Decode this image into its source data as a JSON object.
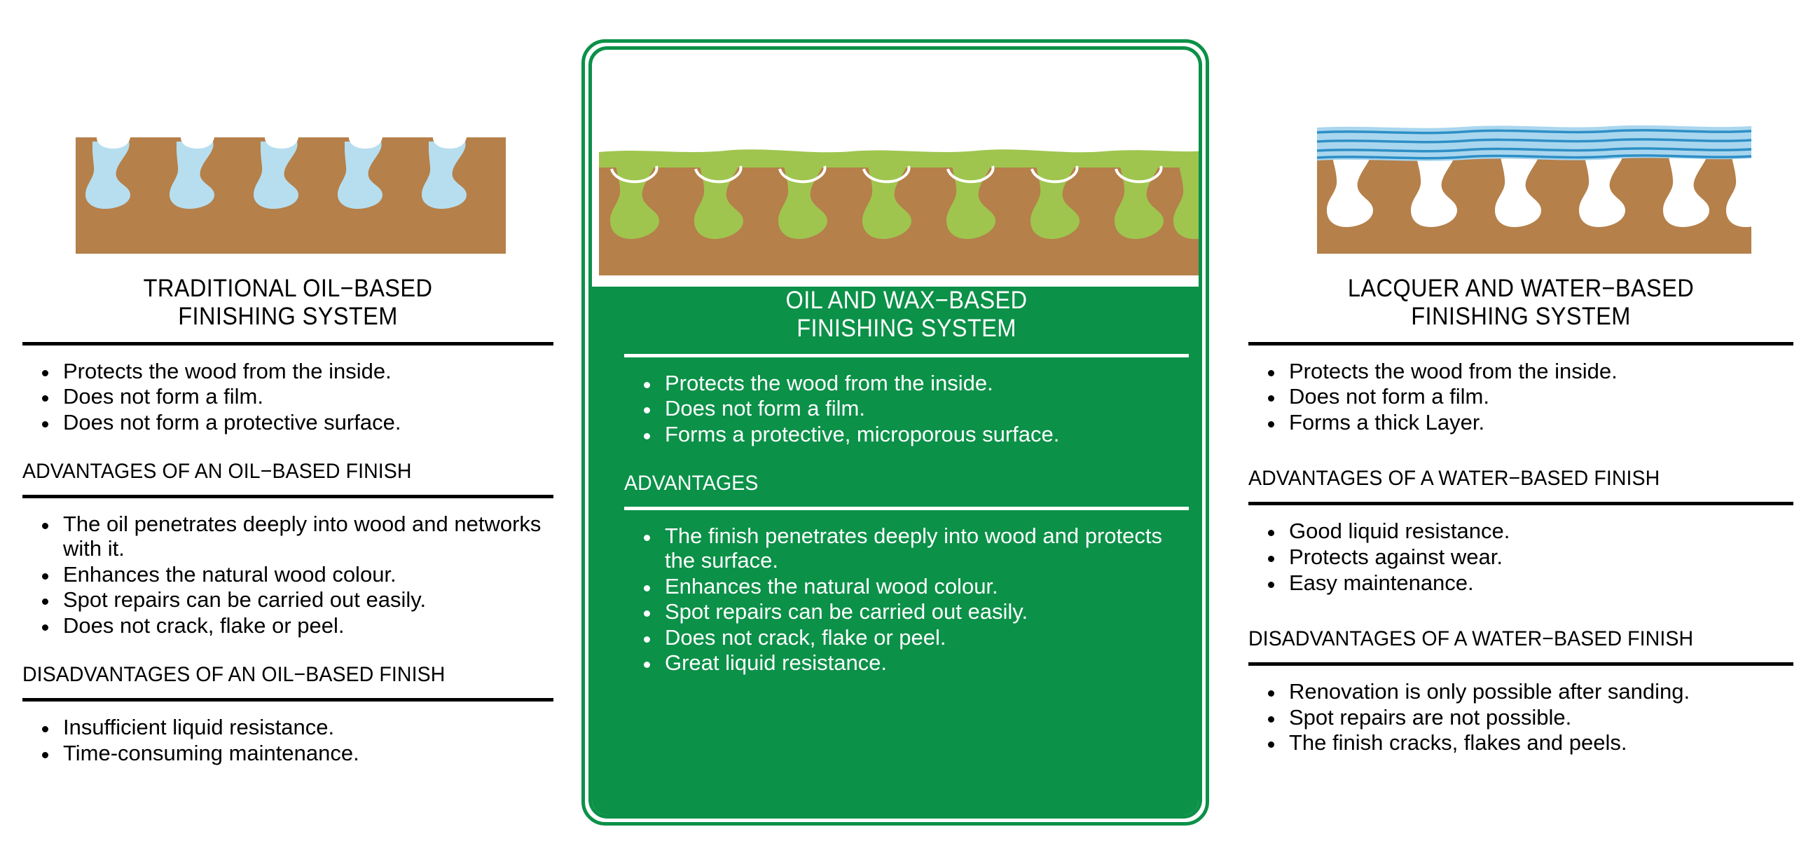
{
  "colors": {
    "wood": "#b5804a",
    "oil_blue": "#b7deef",
    "wax_green": "#9fc54f",
    "panel_green": "#0b9148",
    "lacquer_band": "#a9d6ef",
    "lacquer_line": "#2d8fc6",
    "pore_white": "#ffffff",
    "text_dark": "#000000",
    "text_light": "#ffffff"
  },
  "columns": [
    {
      "id": "traditional-oil",
      "illustration": "wood-cross-section-with-blue-oil-in-pores",
      "title_line1": "TRADITIONAL OIL−BASED",
      "title_line2": "FINISHING SYSTEM",
      "properties": [
        "Protects the wood from the inside.",
        "Does not form a film.",
        "Does not form a protective surface."
      ],
      "advantages_heading": "ADVANTAGES OF AN OIL−BASED FINISH",
      "advantages": [
        "The oil penetrates deeply into wood and networks with it.",
        "Enhances the natural wood colour.",
        "Spot repairs can be carried out easily.",
        "Does not crack, flake or peel."
      ],
      "disadvantages_heading": "DISADVANTAGES OF AN OIL−BASED FINISH",
      "disadvantages": [
        "Insufficient liquid resistance.",
        "Time-consuming maintenance."
      ]
    },
    {
      "id": "oil-and-wax",
      "illustration": "wood-cross-section-with-green-wax-filled-pores-and-thin-surface-layer",
      "title_line1": "OIL AND WAX−BASED",
      "title_line2": "FINISHING SYSTEM",
      "properties": [
        "Protects the wood from the inside.",
        "Does not form a film.",
        "Forms a protective, microporous surface."
      ],
      "advantages_heading": "ADVANTAGES",
      "advantages": [
        "The finish penetrates deeply into wood and protects the surface.",
        "Enhances the natural wood colour.",
        "Spot repairs can be carried out easily.",
        "Does not crack, flake or peel.",
        "Great liquid resistance."
      ],
      "disadvantages_heading": "",
      "disadvantages": []
    },
    {
      "id": "lacquer-and-water",
      "illustration": "wood-cross-section-with-empty-pores-and-thick-blue-lacquer-film",
      "title_line1": "LACQUER AND WATER−BASED",
      "title_line2": "FINISHING SYSTEM",
      "properties": [
        "Protects the wood from the inside.",
        "Does not form a film.",
        "Forms a thick Layer."
      ],
      "advantages_heading": "ADVANTAGES OF A WATER−BASED FINISH",
      "advantages": [
        "Good liquid resistance.",
        "Protects against wear.",
        "Easy maintenance."
      ],
      "disadvantages_heading": "DISADVANTAGES OF A WATER−BASED FINISH",
      "disadvantages": [
        "Renovation is only possible after sanding.",
        "Spot repairs are not possible.",
        "The finish cracks, flakes and peels."
      ]
    }
  ]
}
